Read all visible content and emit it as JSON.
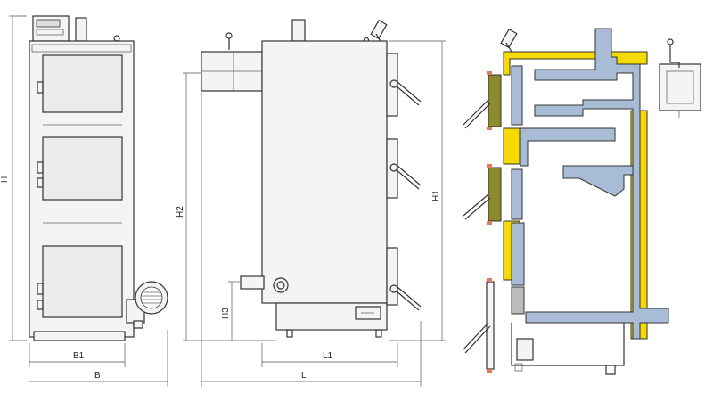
{
  "dimensions": {
    "H": "H",
    "B1": "B1",
    "B": "B",
    "H2": "H2",
    "H3": "H3",
    "H1": "H1",
    "L1": "L1",
    "L": "L"
  },
  "colors": {
    "line": "#333333",
    "water_jacket": "#a9bcd6",
    "insulation": "#f5d900",
    "door_insulation": "#8c8b2f",
    "seal": "#e07a5f",
    "panel": "#f4f4f4"
  }
}
